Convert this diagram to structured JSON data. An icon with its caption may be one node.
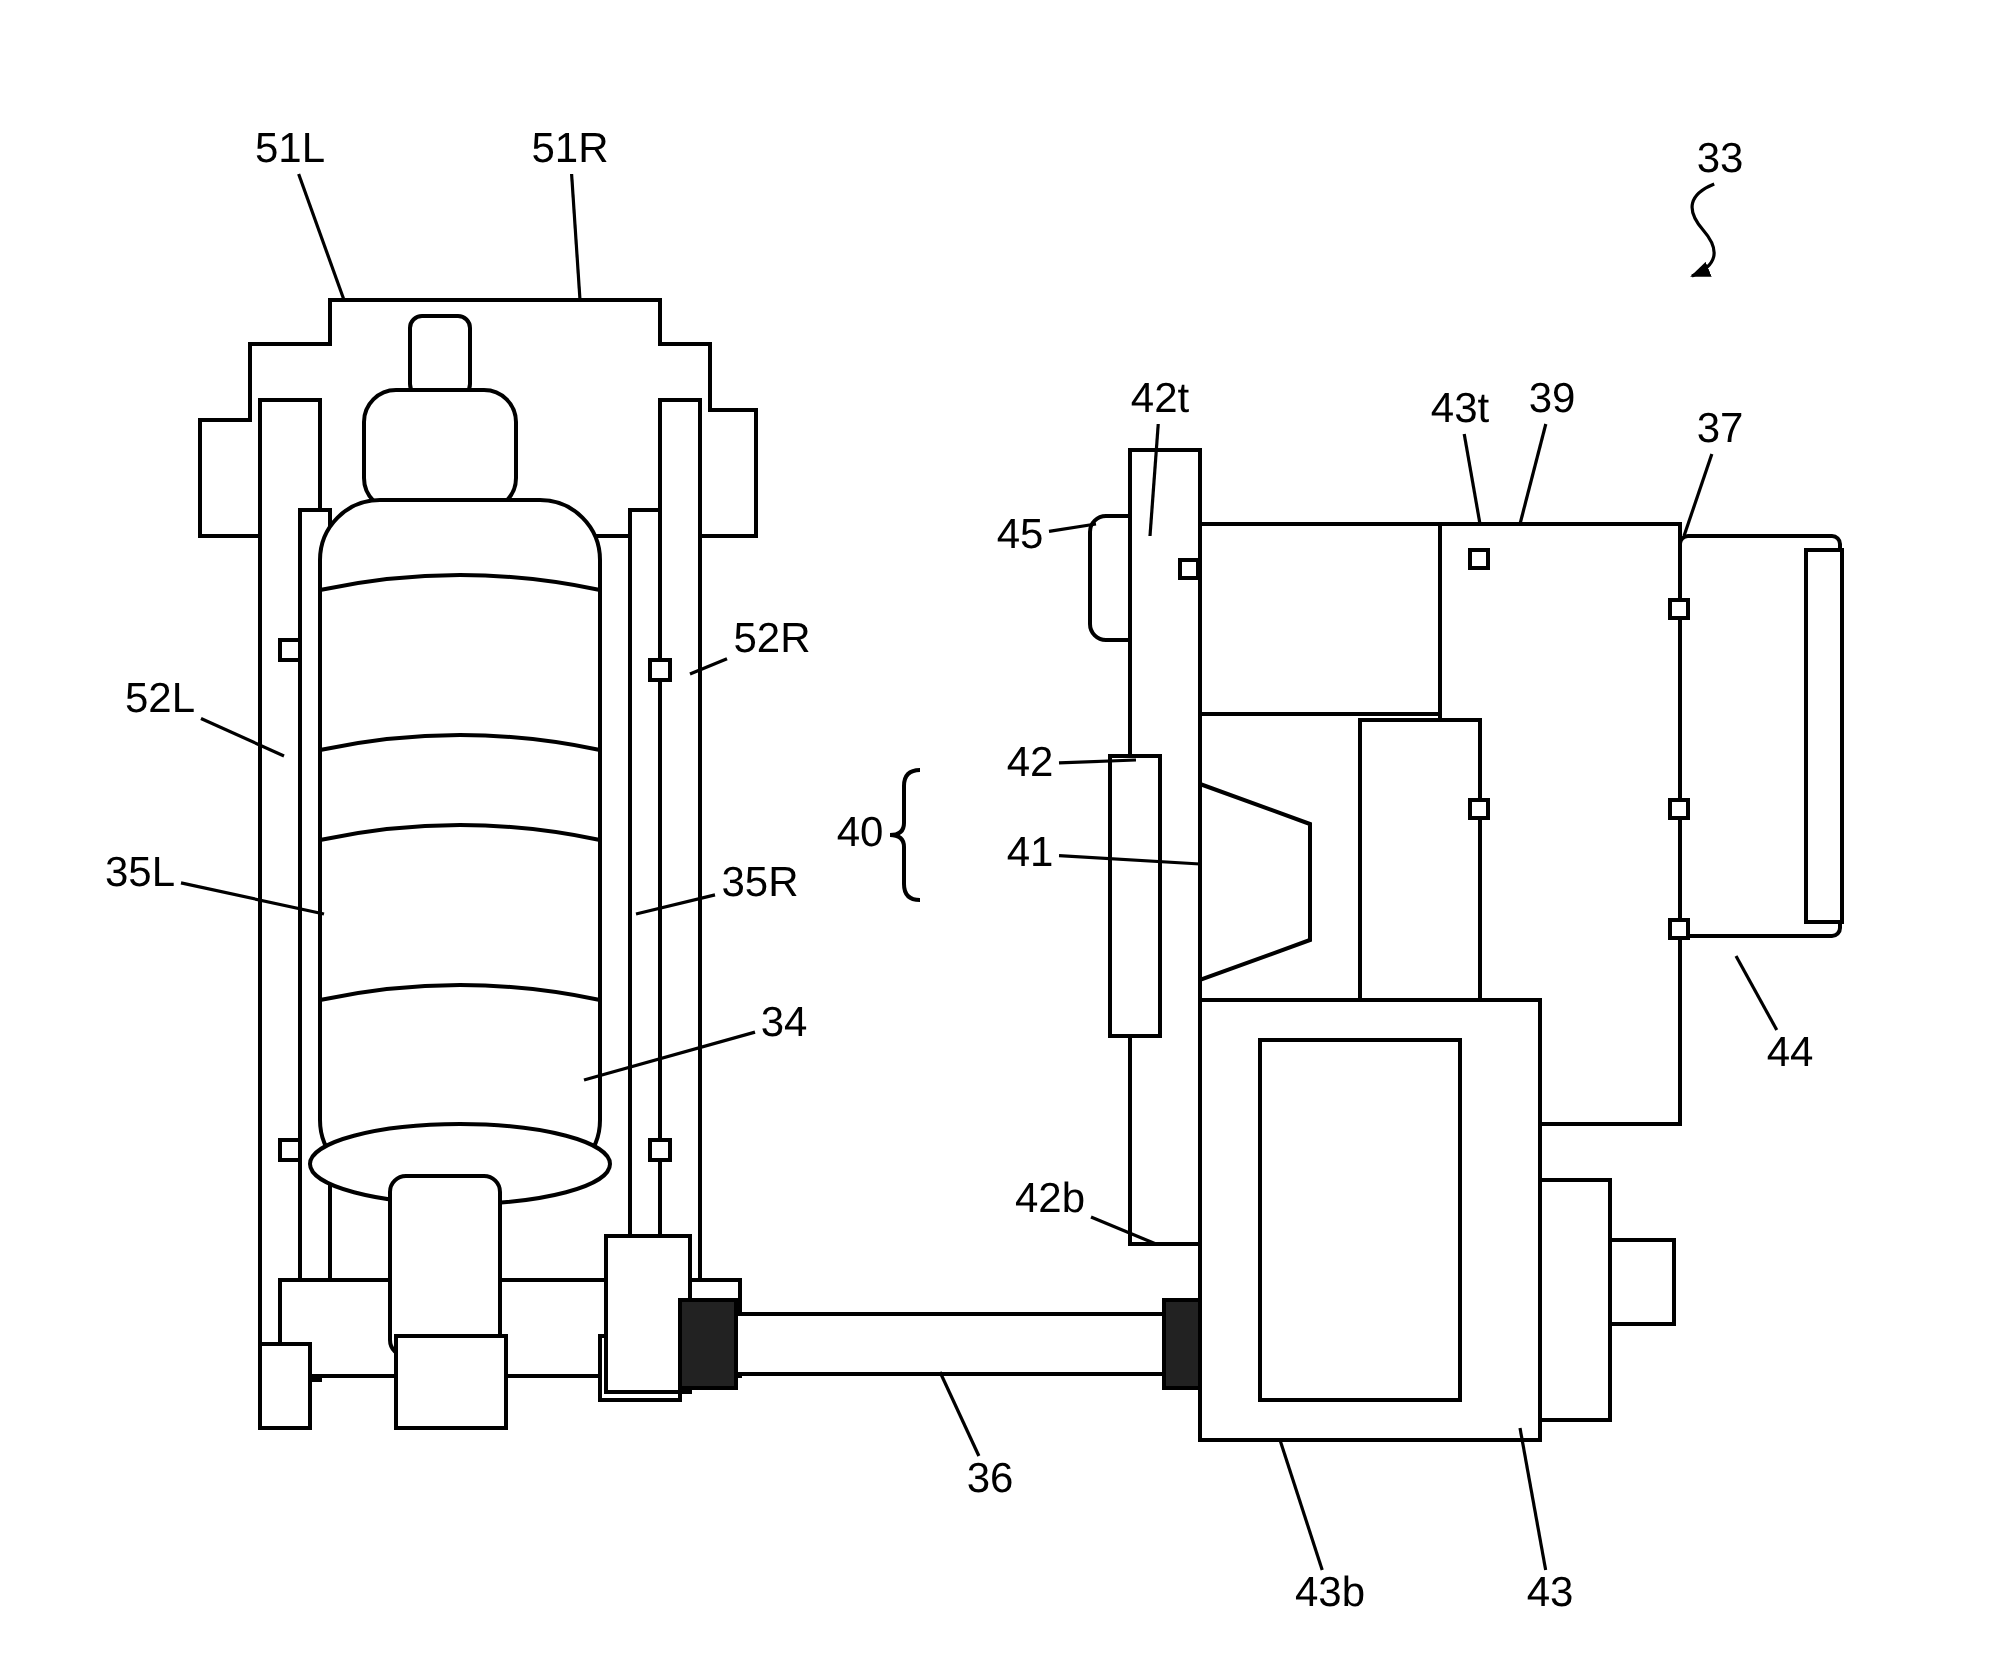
{
  "diagram": {
    "nodes": [
      {
        "text": [
          "51L"
        ]
      },
      {
        "text": [
          "51R"
        ]
      },
      {
        "text": [
          "33"
        ]
      },
      {
        "text": [
          "42t"
        ]
      },
      {
        "text": [
          "43t"
        ]
      },
      {
        "text": [
          "39"
        ]
      },
      {
        "text": [
          "37"
        ]
      },
      {
        "text": [
          "45"
        ]
      },
      {
        "text": [
          "52R"
        ]
      },
      {
        "text": [
          "52L"
        ]
      },
      {
        "text": [
          "42"
        ]
      },
      {
        "text": [
          "41"
        ]
      },
      {
        "text": [
          "35L"
        ]
      },
      {
        "text": [
          "35R"
        ]
      },
      {
        "text": [
          "34"
        ]
      },
      {
        "text": [
          "44"
        ]
      },
      {
        "text": [
          "42b"
        ]
      },
      {
        "text": [
          "36"
        ]
      },
      {
        "text": [
          "43b"
        ]
      },
      {
        "text": [
          "43"
        ]
      }
    ],
    "edges": [
      {
        "from": 0,
        "to": null,
        "arrow": "none"
      },
      {
        "from": 1,
        "to": null,
        "arrow": "none"
      },
      {
        "from": 2,
        "to": null,
        "arrow": "to"
      },
      {
        "from": 3,
        "to": null,
        "arrow": "none"
      },
      {
        "from": 4,
        "to": null,
        "arrow": "none"
      },
      {
        "from": 5,
        "to": null,
        "arrow": "none"
      },
      {
        "from": 6,
        "to": null,
        "arrow": "none"
      },
      {
        "from": 7,
        "to": null,
        "arrow": "none"
      },
      {
        "from": 8,
        "to": null,
        "arrow": "none"
      },
      {
        "from": 9,
        "to": null,
        "arrow": "none"
      },
      {
        "from": 10,
        "to": null,
        "arrow": "none"
      },
      {
        "from": 11,
        "to": null,
        "arrow": "none"
      },
      {
        "from": 12,
        "to": null,
        "arrow": "none"
      },
      {
        "from": 13,
        "to": null,
        "arrow": "none"
      },
      {
        "from": 14,
        "to": null,
        "arrow": "none"
      },
      {
        "from": 15,
        "to": null,
        "arrow": "none"
      },
      {
        "from": 16,
        "to": null,
        "arrow": "none"
      },
      {
        "from": 17,
        "to": null,
        "arrow": "none"
      },
      {
        "from": 18,
        "to": null,
        "arrow": "none"
      },
      {
        "from": 19,
        "to": null,
        "arrow": "none"
      }
    ],
    "labels": [
      "40"
    ]
  }
}
